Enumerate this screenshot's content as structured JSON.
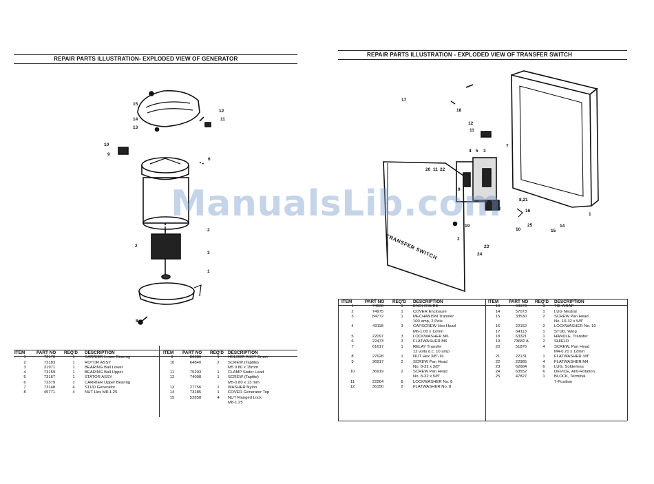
{
  "watermark": "ManualsLib.com",
  "left": {
    "title": "REPAIR PARTS ILLUSTRATION- EXPLODED VIEW OF GENERATOR",
    "callouts": [
      "15",
      "14",
      "13",
      "10",
      "9",
      "12",
      "11",
      "6",
      "2",
      "2",
      "3",
      "1",
      "8"
    ],
    "table": {
      "headers": [
        "ITEM",
        "PART NO",
        "REQ'D",
        "DESCRIPTION"
      ],
      "rows_a": [
        [
          "1",
          "72176",
          "1",
          "CARRIER Lower Bearing"
        ],
        [
          "2",
          "73183",
          "1",
          "ROTOR ASSY"
        ],
        [
          "3",
          "31971",
          "1",
          "BEARING Ball Lower"
        ],
        [
          "4",
          "73159",
          "1",
          "BEARING Ball Upper"
        ],
        [
          "5",
          "73167",
          "1",
          "STATOR ASSY"
        ],
        [
          "6",
          "72379",
          "1",
          "CARRIER Upper Bearing"
        ],
        [
          "7",
          "73148",
          "4",
          "STUD Generator"
        ],
        [
          "8",
          "45771",
          "4",
          "NUT Hex M8-1.25"
        ]
      ],
      "rows_b": [
        [
          "9",
          "86386",
          "1",
          "HOLDER ASSY Brush"
        ],
        [
          "10",
          "64840",
          "2",
          "SCREW (Taptite)"
        ],
        [
          "",
          "",
          "",
          "M5 0.80 x 15mm"
        ],
        [
          "11",
          "75203",
          "1",
          "CLAMP Stator Lead"
        ],
        [
          "12",
          "74008",
          "1",
          "SCREW (Taptite)"
        ],
        [
          "",
          "",
          "",
          "M5-0.80 x 13 mm"
        ],
        [
          "13",
          "27756",
          "1",
          "WASHER Nylon"
        ],
        [
          "14",
          "73185",
          "1",
          "COVER Generator Top"
        ],
        [
          "15",
          "52858",
          "4",
          "NUT Flanged Lock"
        ],
        [
          "",
          "",
          "",
          "M8-1.25"
        ]
      ]
    }
  },
  "right": {
    "title": "REPAIR PARTS ILLUSTRATION - EXPLODED VIEW OF TRANSFER SWITCH",
    "panel_label": "TRANSFER SWITCH",
    "callouts": [
      "17",
      "18",
      "12",
      "11",
      "7",
      "4",
      "5",
      "3",
      "20",
      "11",
      "22",
      "9",
      "8,21",
      "1",
      "16",
      "10",
      "25",
      "15",
      "14",
      "19",
      "2",
      "23",
      "24",
      "13"
    ],
    "table": {
      "headers": [
        "ITEM",
        "PART NO",
        "REQ'D",
        "DESCRIPTION"
      ],
      "rows_a": [
        [
          "1",
          "74930",
          "1",
          "ENCLOSURE"
        ],
        [
          "2",
          "74975",
          "1",
          "COVER Enclosure"
        ],
        [
          "3",
          "84772",
          "1",
          "MECHANISM Transfer"
        ],
        [
          "",
          "",
          "",
          "100 amp, 2 Pole"
        ],
        [
          "4",
          "43118",
          "3",
          "CAPSCREW Hex Head"
        ],
        [
          "",
          "",
          "",
          "M6-1.00 x 12mm"
        ],
        [
          "5",
          "22097",
          "3",
          "LOCKWASHER M6"
        ],
        [
          "6",
          "22473",
          "3",
          "FLATWASHER M6"
        ],
        [
          "7",
          "61617",
          "1",
          "RELAY Transfer"
        ],
        [
          "",
          "",
          "",
          "12 volts d.c. 10 amp"
        ],
        [
          "8",
          "27628",
          "1",
          "NUT Hex 3/8\"-16"
        ],
        [
          "9",
          "36917",
          "2",
          "SCREW Pan Head"
        ],
        [
          "",
          "",
          "",
          "No. 8-32 x 3/8\""
        ],
        [
          "10",
          "36919",
          "2",
          "SCREW Pan Head"
        ],
        [
          "",
          "",
          "",
          "No. 8-32 x 5/8\""
        ],
        [
          "11",
          "22264",
          "8",
          "LOCKWASHER No. 8"
        ],
        [
          "12",
          "36150",
          "2",
          "FLATWASHER No. 8"
        ]
      ],
      "rows_b": [
        [
          "13",
          "63378",
          "3",
          "TIE WRAP"
        ],
        [
          "14",
          "57073",
          "1",
          "LUG Neutral"
        ],
        [
          "15",
          "33530",
          "2",
          "SCREW Pan Head"
        ],
        [
          "",
          "",
          "",
          "No. 10-32 x 5/8\""
        ],
        [
          "16",
          "22152",
          "2",
          "LOCKWASHER No. 10"
        ],
        [
          "17",
          "64113",
          "1",
          "STUD, Wing"
        ],
        [
          "18",
          "63321",
          "1",
          "HANDLE, Transfer"
        ],
        [
          "19",
          "73682 A",
          "2",
          "SHIELD"
        ],
        [
          "20",
          "51876",
          "4",
          "SCREW, Pan Head"
        ],
        [
          "",
          "",
          "",
          "M4-0.70 x 12mm"
        ],
        [
          "21",
          "22131",
          "1",
          "FLATWASHER 3/8\""
        ],
        [
          "22",
          "22985",
          "4",
          "FLATWASHER M4"
        ],
        [
          "23",
          "62684",
          "6",
          "LUG, Solderless"
        ],
        [
          "24",
          "63552",
          "6",
          "DEVICE, Anti-Rotation"
        ],
        [
          "25",
          "47827",
          "1",
          "BLOCK, Terminal"
        ],
        [
          "",
          "",
          "",
          "7-Position"
        ]
      ]
    }
  }
}
